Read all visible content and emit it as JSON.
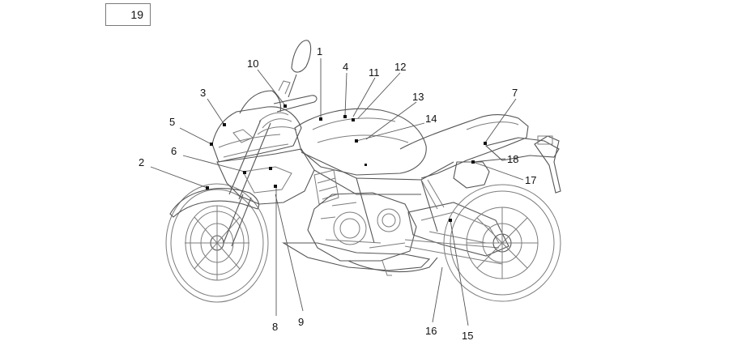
{
  "page_reference": "19",
  "callouts": [
    "1",
    "2",
    "3",
    "4",
    "5",
    "6",
    "7",
    "8",
    "9",
    "10",
    "11",
    "12",
    "13",
    "14",
    "15",
    "16",
    "17",
    "18"
  ],
  "colors": {
    "line_art": "#7c7c7c",
    "text": "#111111",
    "marker": "#111111"
  }
}
